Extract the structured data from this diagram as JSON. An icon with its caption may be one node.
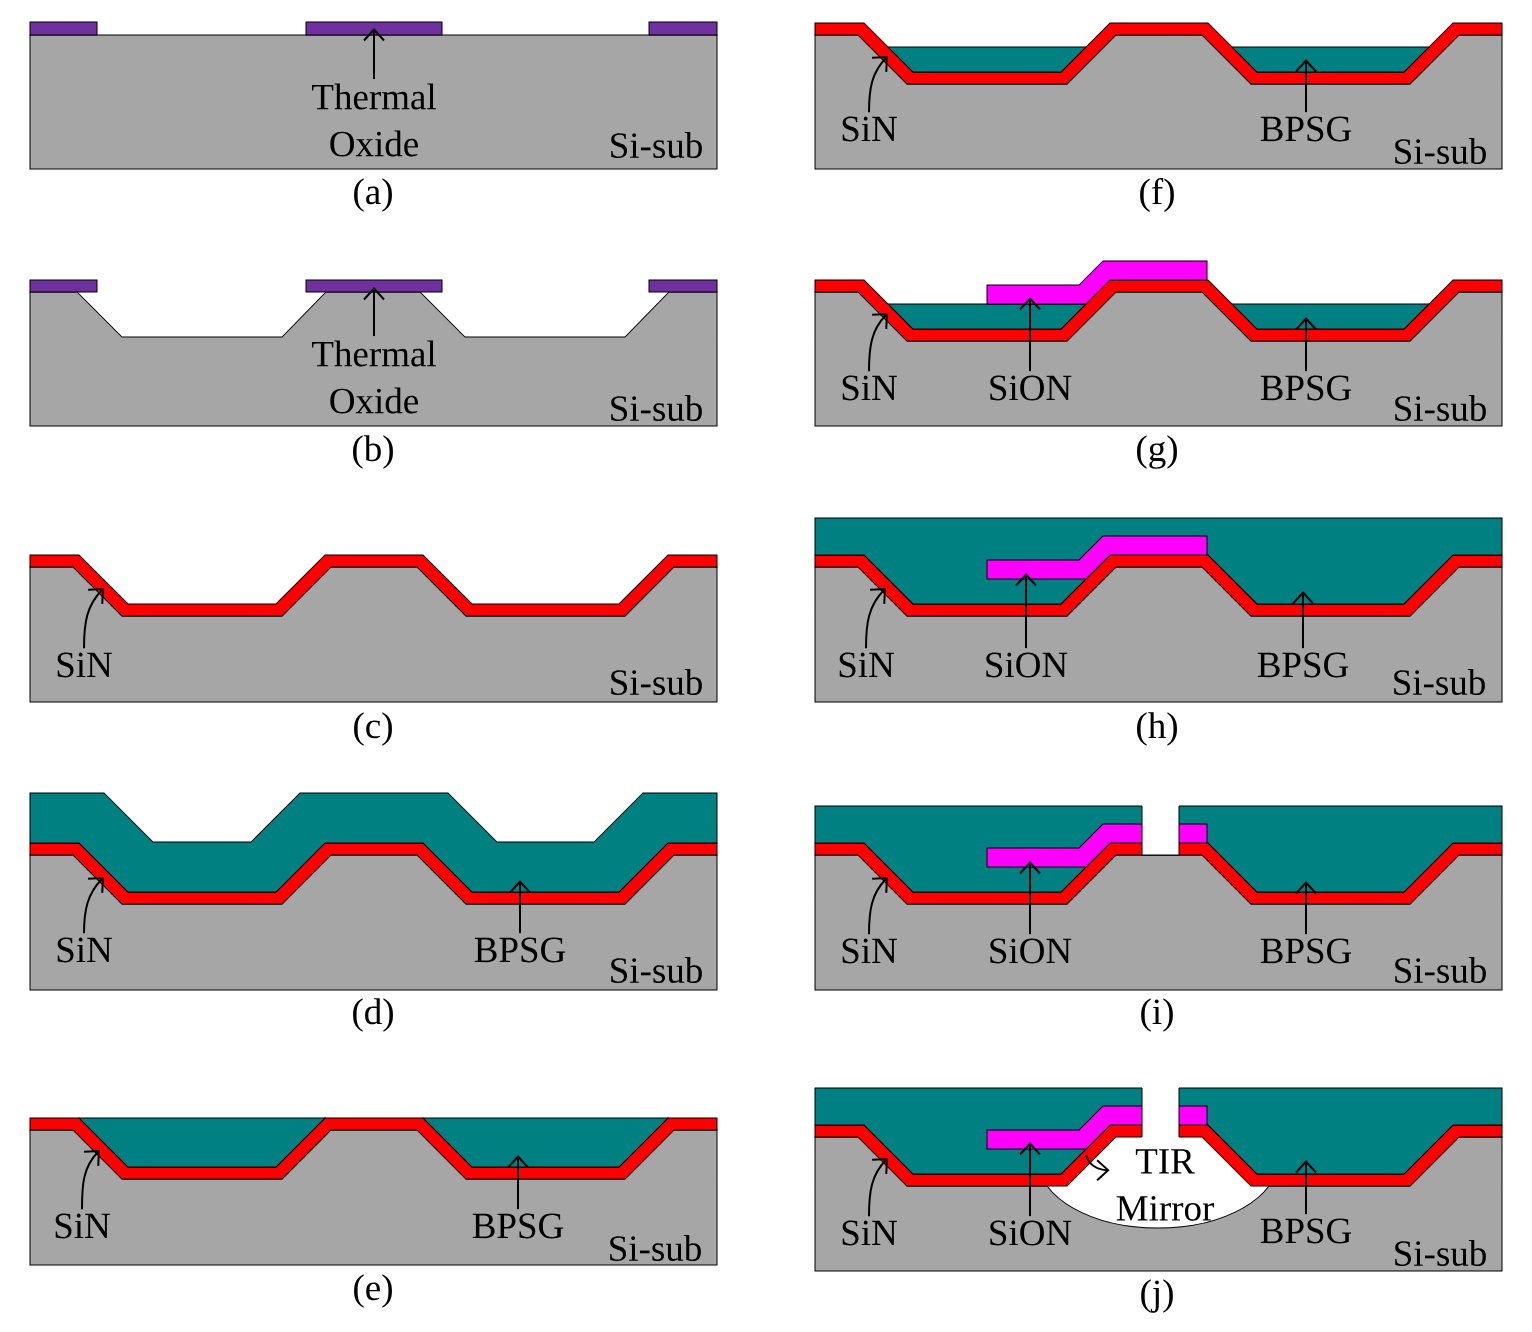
{
  "diagram": {
    "nodes": [
      {
        "text": [
          "Thermal Oxide"
        ]
      },
      {
        "text": [
          "Thermal Oxide"
        ]
      },
      {
        "text": [
          "SiN"
        ]
      },
      {
        "text": [
          "SiN"
        ]
      },
      {
        "text": [
          "BPSG"
        ]
      },
      {
        "text": [
          "SiN"
        ]
      },
      {
        "text": [
          "BPSG"
        ]
      },
      {
        "text": [
          "SiN"
        ]
      },
      {
        "text": [
          "BPSG"
        ]
      },
      {
        "text": [
          "SiN"
        ]
      },
      {
        "text": [
          "SiON"
        ]
      },
      {
        "text": [
          "BPSG"
        ]
      },
      {
        "text": [
          "SiN"
        ]
      },
      {
        "text": [
          "SiON"
        ]
      },
      {
        "text": [
          "BPSG"
        ]
      },
      {
        "text": [
          "SiN"
        ]
      },
      {
        "text": [
          "SiON"
        ]
      },
      {
        "text": [
          "BPSG"
        ]
      },
      {
        "text": [
          "SiN"
        ]
      },
      {
        "text": [
          "SiON"
        ]
      },
      {
        "text": [
          "TIR Mirror"
        ]
      },
      {
        "text": [
          "BPSG"
        ]
      }
    ],
    "edges": [
      {
        "from": 0,
        "to": null,
        "arrow": "to"
      },
      {
        "from": 1,
        "to": null,
        "arrow": "to"
      },
      {
        "from": 2,
        "to": null,
        "arrow": "to"
      },
      {
        "from": 3,
        "to": null,
        "arrow": "to"
      },
      {
        "from": 4,
        "to": null,
        "arrow": "to"
      },
      {
        "from": 5,
        "to": null,
        "arrow": "to"
      },
      {
        "from": 6,
        "to": null,
        "arrow": "to"
      },
      {
        "from": 7,
        "to": null,
        "arrow": "to"
      },
      {
        "from": 8,
        "to": null,
        "arrow": "to"
      },
      {
        "from": 9,
        "to": null,
        "arrow": "to"
      },
      {
        "from": 10,
        "to": null,
        "arrow": "to"
      },
      {
        "from": 11,
        "to": null,
        "arrow": "to"
      },
      {
        "from": 12,
        "to": null,
        "arrow": "to"
      },
      {
        "from": 13,
        "to": null,
        "arrow": "to"
      },
      {
        "from": 14,
        "to": null,
        "arrow": "to"
      },
      {
        "from": 15,
        "to": null,
        "arrow": "to"
      },
      {
        "from": 16,
        "to": null,
        "arrow": "to"
      },
      {
        "from": 17,
        "to": null,
        "arrow": "to"
      },
      {
        "from": 18,
        "to": null,
        "arrow": "to"
      },
      {
        "from": 19,
        "to": null,
        "arrow": "to"
      },
      {
        "from": null,
        "to": 20,
        "arrow": "to"
      },
      {
        "from": 21,
        "to": null,
        "arrow": "to"
      }
    ],
    "labels": [
      "Si-sub",
      "(a)",
      "Si-sub",
      "(b)",
      "Si-sub",
      "(c)",
      "Si-sub",
      "(d)",
      "Si-sub",
      "(e)",
      "Si-sub",
      "(f)",
      "Si-sub",
      "(g)",
      "Si-sub",
      "(h)",
      "Si-sub",
      "(i)",
      "Si-sub",
      "(j)"
    ]
  }
}
